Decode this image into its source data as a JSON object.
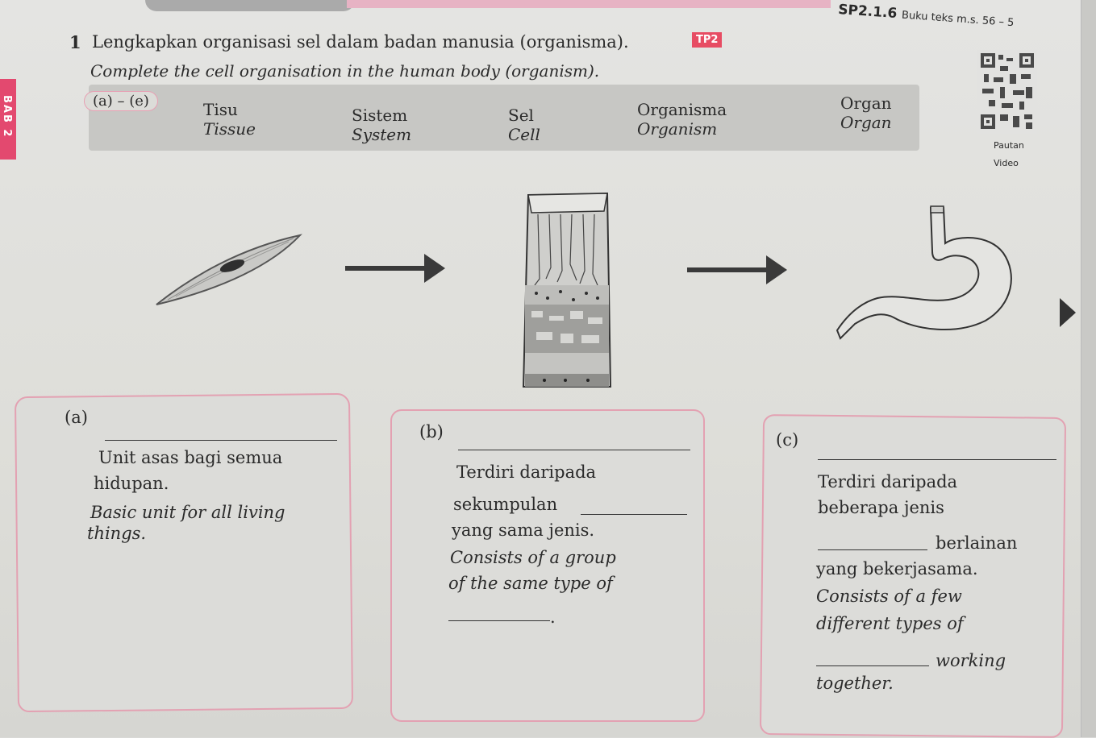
{
  "header": {
    "code": "SP2.1.6",
    "ref": "Buku teks m.s. 56 – 5"
  },
  "side_tab": "BAB 2",
  "question": {
    "number": "1",
    "text_ms": "Lengkapkan organisasi sel dalam badan manusia (organisma).",
    "badge": "TP2",
    "text_en": "Complete the cell organisation in the human body (organism)."
  },
  "word_bank": {
    "range": "(a) – (e)",
    "words": [
      {
        "ms": "Tisu",
        "en": "Tissue"
      },
      {
        "ms": "Sistem",
        "en": "System"
      },
      {
        "ms": "Sel",
        "en": "Cell"
      },
      {
        "ms": "Organisma",
        "en": "Organism"
      },
      {
        "ms": "Organ",
        "en": "Organ"
      }
    ]
  },
  "qr": {
    "caption_1": "Pautan",
    "caption_2": "Video"
  },
  "boxes": {
    "a": {
      "label": "(a)",
      "ms_1": "Unit asas bagi semua",
      "ms_2": "hidupan.",
      "en_1": "Basic unit for all living",
      "en_2": "things."
    },
    "b": {
      "label": "(b)",
      "ms_1": "Terdiri daripada",
      "ms_2": "sekumpulan",
      "ms_3": "yang sama jenis.",
      "en_1": "Consists of a group",
      "en_2": "of the same type of",
      "en_end": "."
    },
    "c": {
      "label": "(c)",
      "ms_1": "Terdiri daripada",
      "ms_2": "beberapa jenis",
      "ms_3": "berlainan",
      "ms_4": "yang bekerjasama.",
      "en_1": "Consists of a few",
      "en_2": "different types of",
      "en_3": "working",
      "en_4": "together."
    }
  },
  "colors": {
    "accent_pink": "#e3a1b2",
    "badge_red": "#e74c63",
    "side_tab": "#e3496f"
  }
}
